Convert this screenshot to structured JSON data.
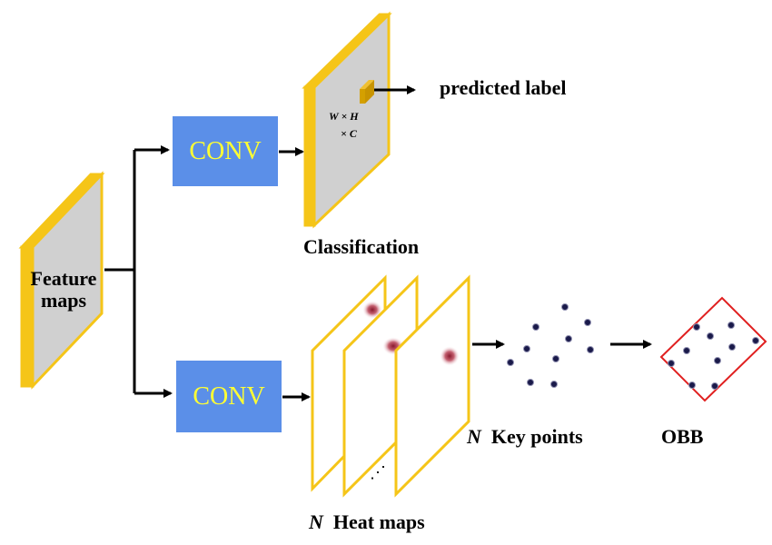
{
  "feature_maps": {
    "line1": "Feature",
    "line2": "maps"
  },
  "conv_top": "CONV",
  "conv_bottom": "CONV",
  "classification": {
    "label": "Classification",
    "formula_line1": "W × H",
    "formula_line2": "× C"
  },
  "predicted_label": "predicted label",
  "heatmaps": {
    "n": "N",
    "label": "Heat maps",
    "ellipsis": "⋰"
  },
  "keypoints": {
    "n": "N",
    "label": "Key points"
  },
  "obb": {
    "label": "OBB"
  },
  "colors": {
    "plate_fill": "#d0d0d0",
    "plate_border": "#f5c518",
    "conv_fill": "#5b8fe8",
    "conv_text": "#ffff33",
    "obb_border": "#e02020",
    "point_fill": "#1a1a4a",
    "cell_fill": "#d4a000",
    "heat_blob": "#a03040"
  }
}
